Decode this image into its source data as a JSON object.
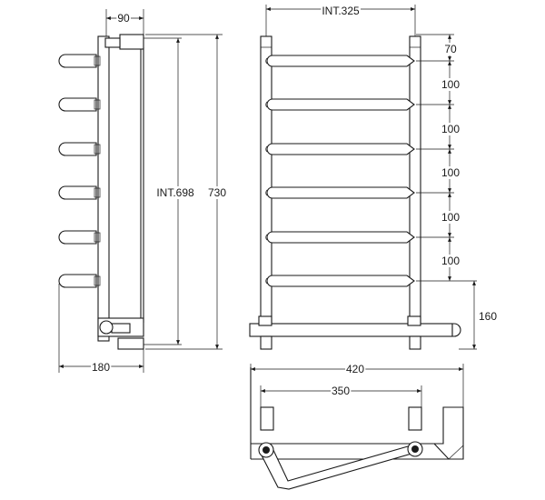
{
  "side_view": {
    "width_top": "90",
    "bar_interval": "INT.698",
    "overall_height": "730",
    "depth_bottom": "180"
  },
  "front_view": {
    "post_interval": "INT.325",
    "rail_spacing": [
      "70",
      "100",
      "100",
      "100",
      "100",
      "100"
    ],
    "base_height": "160"
  },
  "plan_view": {
    "overall_width": "420",
    "inner_width": "350"
  }
}
